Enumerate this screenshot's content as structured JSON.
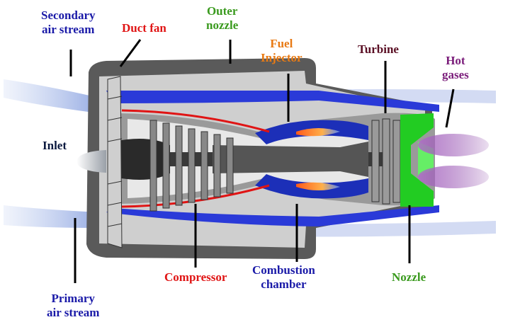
{
  "colors": {
    "blue": "#1a1aa8",
    "red": "#e01414",
    "green": "#3a9a1e",
    "orange": "#e87a14",
    "maroon": "#5a0f24",
    "purple": "#7a1c7a",
    "navy": "#0c1a40",
    "black": "#000000"
  },
  "labels": {
    "secondary_air_stream": [
      "Secondary",
      "air stream"
    ],
    "duct_fan": "Duct fan",
    "outer_nozzle": [
      "Outer",
      "nozzle"
    ],
    "fuel_injector": [
      "Fuel",
      "Injector"
    ],
    "turbine": "Turbine",
    "hot_gases": [
      "Hot",
      "gases"
    ],
    "inlet": "Inlet",
    "compressor": "Compressor",
    "combustion_chamber": [
      "Combustion",
      "chamber"
    ],
    "nozzle": "Nozzle",
    "primary_air_stream": [
      "Primary",
      "air stream"
    ]
  }
}
